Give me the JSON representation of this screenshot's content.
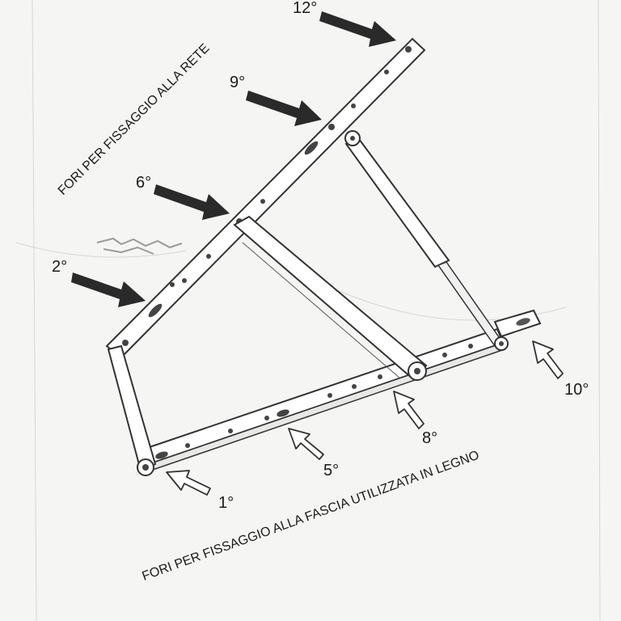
{
  "diagram": {
    "caption_top": "FORI PER FISSAGGIO ALLA RETE",
    "caption_bottom": "FORI PER FISSAGGIO ALLA FASCIA UTILIZZATA IN LEGNO",
    "arrows_solid": [
      {
        "id": "2",
        "label": "2°"
      },
      {
        "id": "6",
        "label": "6°"
      },
      {
        "id": "9",
        "label": "9°"
      },
      {
        "id": "12",
        "label": "12°"
      }
    ],
    "arrows_outline": [
      {
        "id": "1",
        "label": "1°"
      },
      {
        "id": "5",
        "label": "5°"
      },
      {
        "id": "8",
        "label": "8°"
      },
      {
        "id": "10",
        "label": "10°"
      }
    ]
  }
}
